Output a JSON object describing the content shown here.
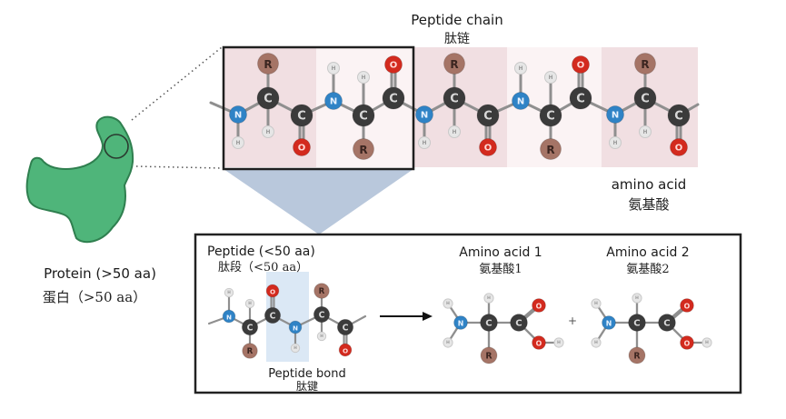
{
  "colors": {
    "protein_fill": "#4fb57a",
    "protein_stroke": "#2f7f4f",
    "residue_band": "#f1dfe2",
    "residue_band_alt": "#fbf3f4",
    "peptide_bond_highlight": "#dbe8f5",
    "zoom_triangle": "#b9c8dc",
    "box_border": "#222222",
    "bond": "#8f8f8f",
    "atom_C": "#3b3b3b",
    "atom_N": "#2f83c6",
    "atom_O": "#d32a1e",
    "atom_H": "#e6e6e6",
    "atom_R": "#a57466"
  },
  "protein": {
    "label_en": "Protein (>50 aa)",
    "label_zh": "蛋白（>50 aa）"
  },
  "peptide_chain": {
    "label_en": "Peptide chain",
    "label_zh": "肽链",
    "residue_label_en": "amino acid",
    "residue_label_zh": "氨基酸",
    "residue_count": 5
  },
  "hydrolysis_panel": {
    "peptide_label_en": "Peptide (<50 aa)",
    "peptide_label_zh": "肽段（<50 aa）",
    "bond_label_en": "Peptide bond",
    "bond_label_zh": "肽键",
    "plus_sign": "+",
    "products": [
      {
        "label_en": "Amino acid 1",
        "label_zh": "氨基酸1"
      },
      {
        "label_en": "Amino acid 2",
        "label_zh": "氨基酸2"
      }
    ]
  },
  "atom_symbols": {
    "C": "C",
    "N": "N",
    "O": "O",
    "H": "H",
    "R": "R"
  }
}
